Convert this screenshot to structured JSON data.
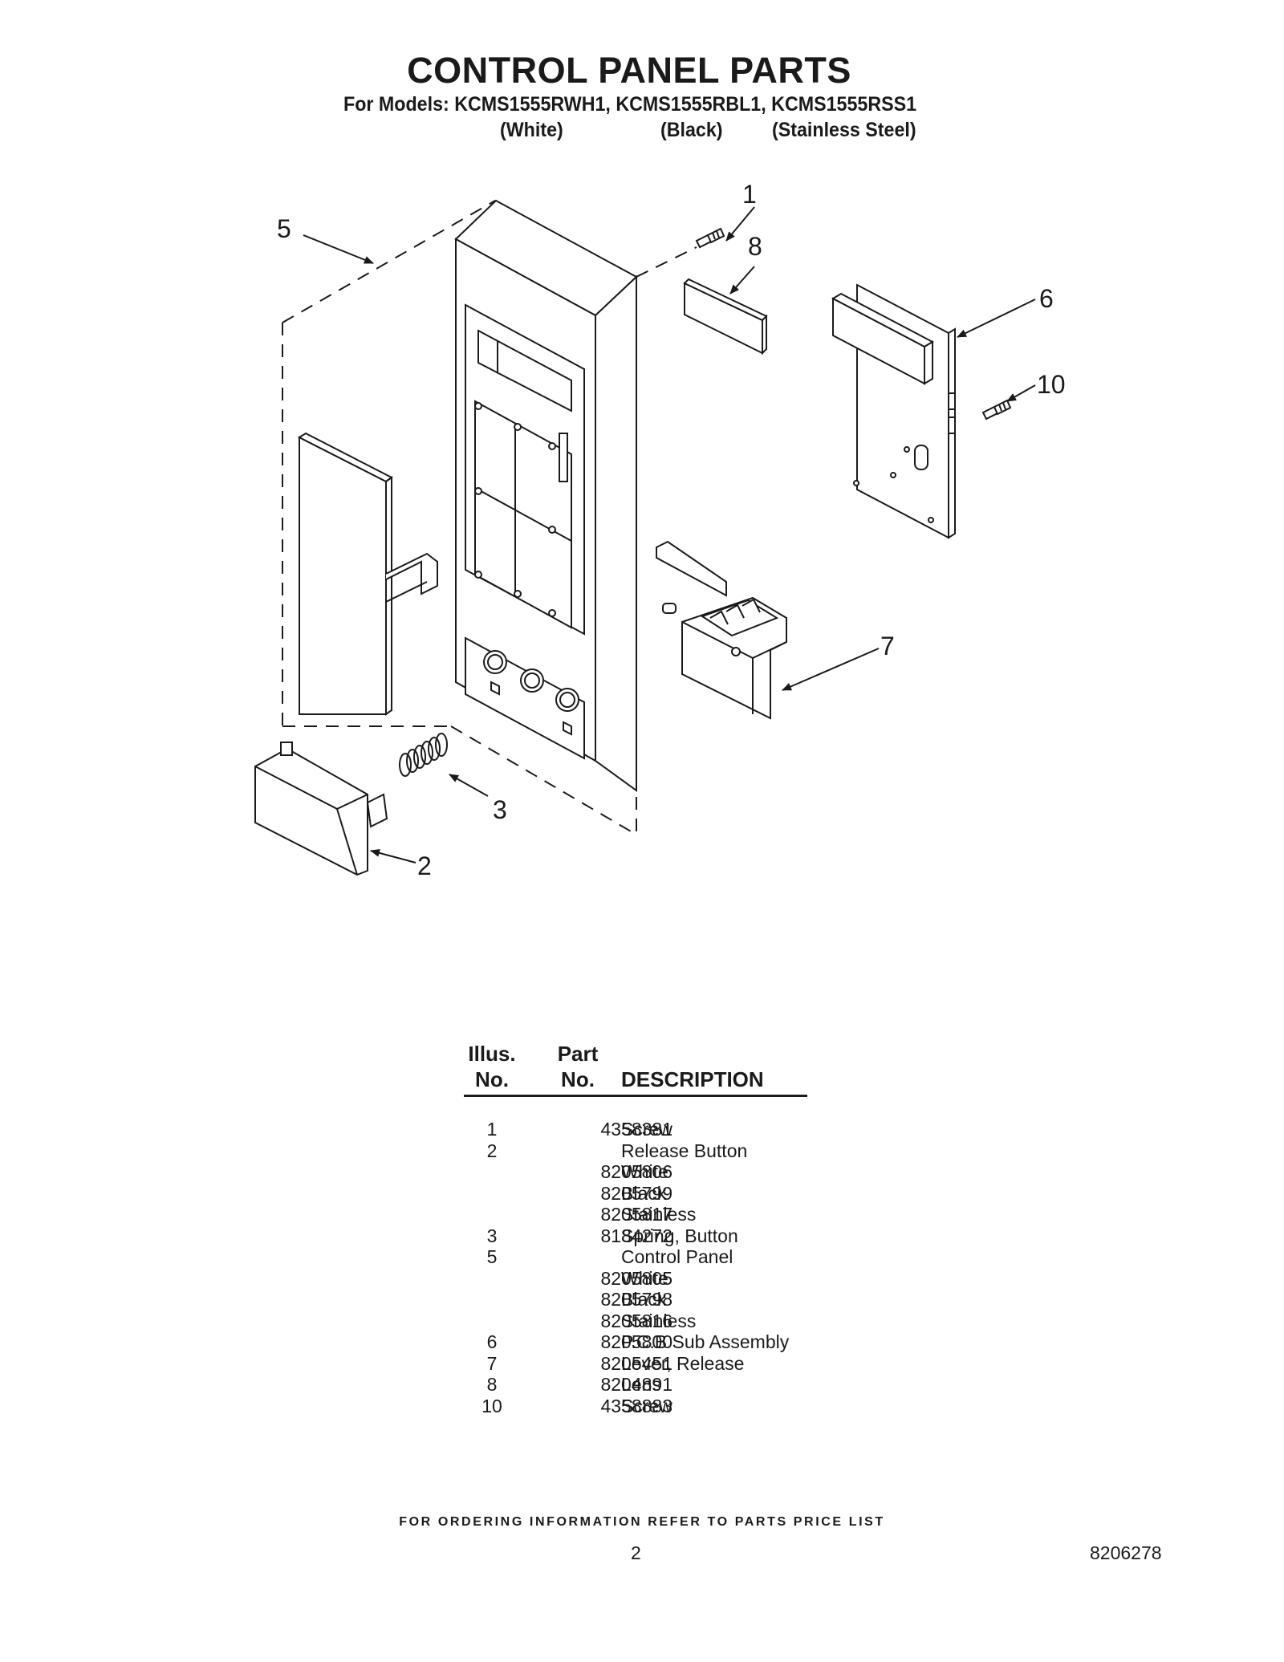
{
  "title": "CONTROL PANEL PARTS",
  "models_line": "For Models: KCMS1555RWH1, KCMS1555RBL1, KCMS1555RSS1",
  "colors": [
    "(White)",
    "(Black)",
    "(Stainless Steel)"
  ],
  "callouts": [
    "1",
    "2",
    "3",
    "5",
    "6",
    "7",
    "8",
    "10"
  ],
  "table": {
    "headers": {
      "illus_line1": "Illus.",
      "illus_line2": "No.",
      "part_line1": "Part",
      "part_line2": "No.",
      "description": "DESCRIPTION"
    },
    "rows": [
      {
        "illus": "1",
        "part": "4358381",
        "desc": "Screw"
      },
      {
        "illus": "2",
        "part": "",
        "desc": "Release Button"
      },
      {
        "illus": "",
        "part": "8205806",
        "desc": "White"
      },
      {
        "illus": "",
        "part": "8205799",
        "desc": "Black"
      },
      {
        "illus": "",
        "part": "8205817",
        "desc": "Stainless"
      },
      {
        "illus": "3",
        "part": "8184272",
        "desc": "Spring, Button"
      },
      {
        "illus": "5",
        "part": "",
        "desc": "Control Panel"
      },
      {
        "illus": "",
        "part": "8205805",
        "desc": "White"
      },
      {
        "illus": "",
        "part": "8205798",
        "desc": "Black"
      },
      {
        "illus": "",
        "part": "8205816",
        "desc": "Stainless"
      },
      {
        "illus": "6",
        "part": "8205800",
        "desc": "P.C.B Sub Assembly"
      },
      {
        "illus": "7",
        "part": "8205451",
        "desc": "Lever, Release"
      },
      {
        "illus": "8",
        "part": "8204891",
        "desc": "Lens"
      },
      {
        "illus": "10",
        "part": "4358883",
        "desc": "Screw"
      }
    ]
  },
  "footer_note": "FOR ORDERING INFORMATION REFER TO PARTS PRICE LIST",
  "page_number": "2",
  "document_number": "8206278"
}
